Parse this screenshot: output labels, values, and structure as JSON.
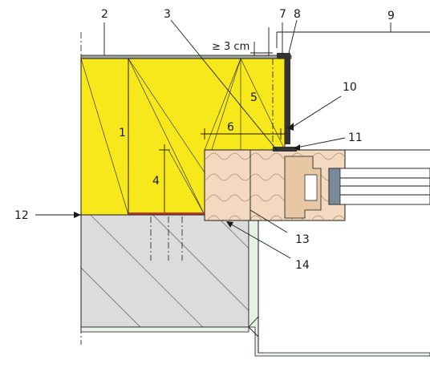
{
  "labels": {
    "n1": "1",
    "n2": "2",
    "n3": "3",
    "n4": "4",
    "n5": "5",
    "n6": "6",
    "n7": "7",
    "n8": "8",
    "n9": "9",
    "n10": "10",
    "n11": "11",
    "n12": "12",
    "n13": "13",
    "n14": "14"
  },
  "dimension": "≥ 3 cm",
  "colors": {
    "insulation": "#f7e81c",
    "concrete": "#dcdcdc",
    "wood": "#f2d9bf",
    "membrane": "#c0392b",
    "plaster": "#e6f2e6",
    "line": "#1a1a1a"
  }
}
